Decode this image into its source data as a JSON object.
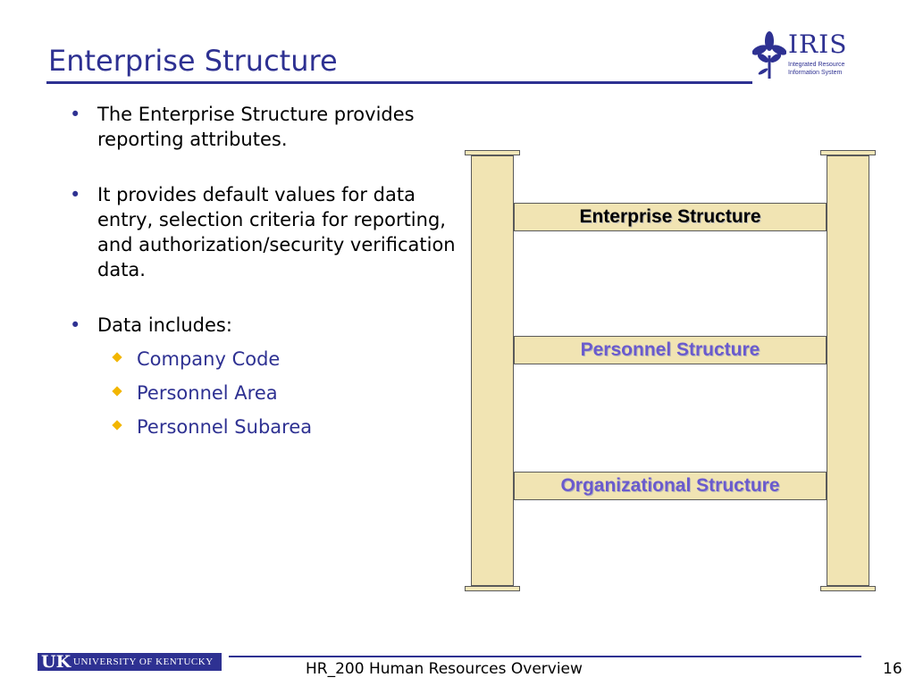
{
  "slide": {
    "title": "Enterprise Structure"
  },
  "logo": {
    "word": "IRIS",
    "line1": "Integrated Resource",
    "line2": "Information System"
  },
  "bullets": [
    {
      "text": "The Enterprise Structure provides reporting attributes."
    },
    {
      "text": "It provides default values for data entry, selection criteria for reporting, and authorization/security verification data."
    },
    {
      "text": "Data includes:"
    }
  ],
  "sub_bullets": [
    "Company Code",
    "Personnel Area",
    "Personnel Subarea"
  ],
  "diagram": {
    "beams": [
      {
        "label": "Enterprise Structure",
        "color": "#000000"
      },
      {
        "label": "Personnel Structure",
        "color": "#6a5acd"
      },
      {
        "label": "Organizational Structure",
        "color": "#6a5acd"
      }
    ]
  },
  "footer": {
    "uk": "UK",
    "university": "UNIVERSITY OF KENTUCKY",
    "course": "HR_200 Human Resources Overview",
    "page_number": "16"
  },
  "colors": {
    "brand_blue": "#2e3192",
    "diamond_gold": "#f2b600",
    "pillar_fill": "#f1e4b3"
  }
}
